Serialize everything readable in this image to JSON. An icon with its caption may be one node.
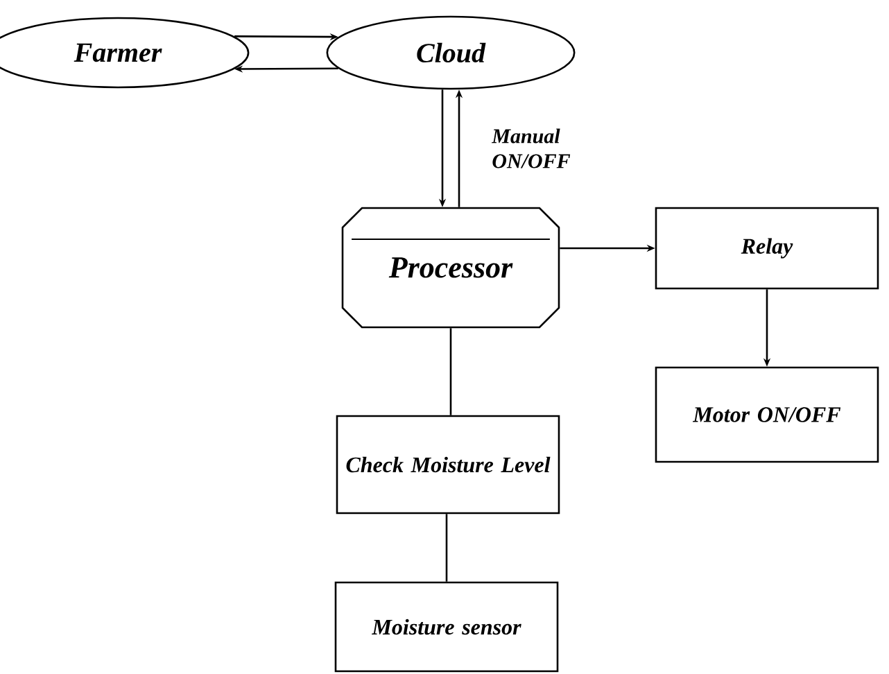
{
  "diagram": {
    "nodes": [
      {
        "text": [
          "Farmer"
        ]
      },
      {
        "text": [
          "Cloud"
        ]
      },
      {
        "text": [
          "Processor"
        ]
      },
      {
        "text": [
          "Relay"
        ]
      },
      {
        "text": [
          "Motor ON/OFF"
        ]
      },
      {
        "text": [
          "Check Moisture Level"
        ]
      },
      {
        "text": [
          "Moisture sensor"
        ]
      }
    ],
    "edges": [
      {
        "from": 0,
        "to": 1,
        "arrow": "to"
      },
      {
        "from": 1,
        "to": 0,
        "arrow": "to"
      },
      {
        "from": 1,
        "to": 2,
        "arrow": "to"
      },
      {
        "from": 2,
        "to": 1,
        "arrow": "to",
        "label": "Manual ON/OFF"
      },
      {
        "from": 2,
        "to": 3,
        "arrow": "to"
      },
      {
        "from": 3,
        "to": 4,
        "arrow": "to"
      },
      {
        "from": 2,
        "to": 5,
        "arrow": "none"
      },
      {
        "from": 5,
        "to": 6,
        "arrow": "none"
      }
    ]
  }
}
